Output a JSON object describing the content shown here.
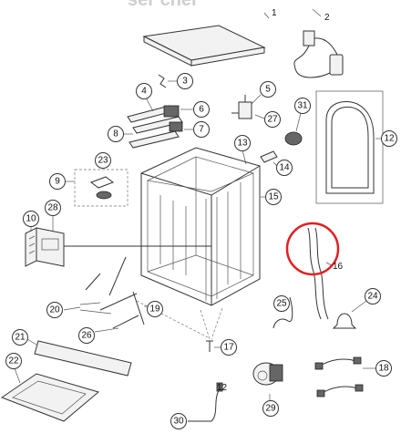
{
  "header": {
    "title_fragment": "ser cher"
  },
  "highlight": {
    "color": "#e02020"
  },
  "callouts": [
    {
      "id": "1",
      "label": "1"
    },
    {
      "id": "2",
      "label": "2"
    },
    {
      "id": "3",
      "label": "3"
    },
    {
      "id": "4",
      "label": "4"
    },
    {
      "id": "5",
      "label": "5"
    },
    {
      "id": "6",
      "label": "6"
    },
    {
      "id": "7",
      "label": "7"
    },
    {
      "id": "8",
      "label": "8"
    },
    {
      "id": "9",
      "label": "9"
    },
    {
      "id": "10",
      "label": "10"
    },
    {
      "id": "12",
      "label": "12"
    },
    {
      "id": "13",
      "label": "13"
    },
    {
      "id": "14",
      "label": "14"
    },
    {
      "id": "15",
      "label": "15"
    },
    {
      "id": "16",
      "label": "16"
    },
    {
      "id": "17",
      "label": "17"
    },
    {
      "id": "18",
      "label": "18"
    },
    {
      "id": "19",
      "label": "19"
    },
    {
      "id": "20",
      "label": "20"
    },
    {
      "id": "21",
      "label": "21"
    },
    {
      "id": "22",
      "label": "22"
    },
    {
      "id": "23",
      "label": "23"
    },
    {
      "id": "24",
      "label": "24"
    },
    {
      "id": "25",
      "label": "25"
    },
    {
      "id": "26",
      "label": "26"
    },
    {
      "id": "27",
      "label": "27"
    },
    {
      "id": "28",
      "label": "28"
    },
    {
      "id": "29",
      "label": "29"
    },
    {
      "id": "30",
      "label": "30"
    },
    {
      "id": "31",
      "label": "31"
    }
  ]
}
